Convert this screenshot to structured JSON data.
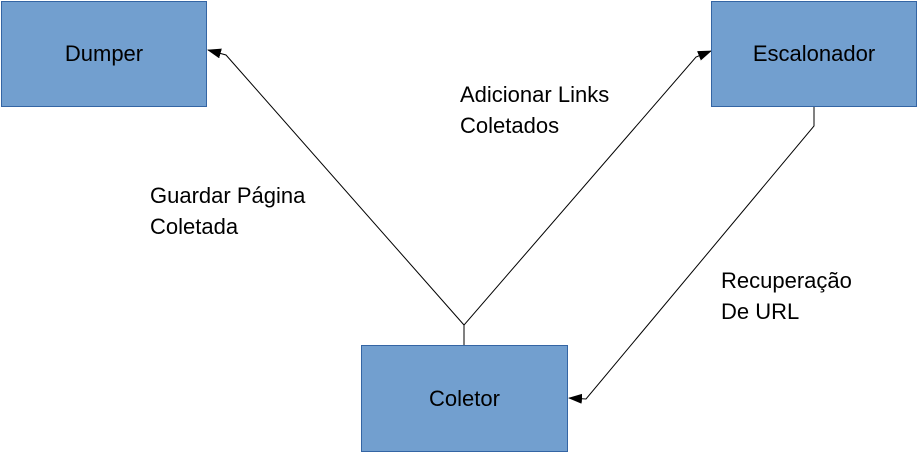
{
  "colors": {
    "node_fill": "#729fcf",
    "node_border": "#3465a4",
    "edge": "#000000",
    "text": "#000000"
  },
  "nodes": {
    "dumper": "Dumper",
    "escalonador": "Escalonador",
    "coletor": "Coletor"
  },
  "edges": {
    "guardar_pagina": {
      "line1": "Guardar Página",
      "line2": "Coletada"
    },
    "adicionar_links": {
      "line1": "Adicionar Links",
      "line2": "Coletados"
    },
    "recuperacao_url": {
      "line1": "Recuperação",
      "line2": "De URL"
    }
  }
}
